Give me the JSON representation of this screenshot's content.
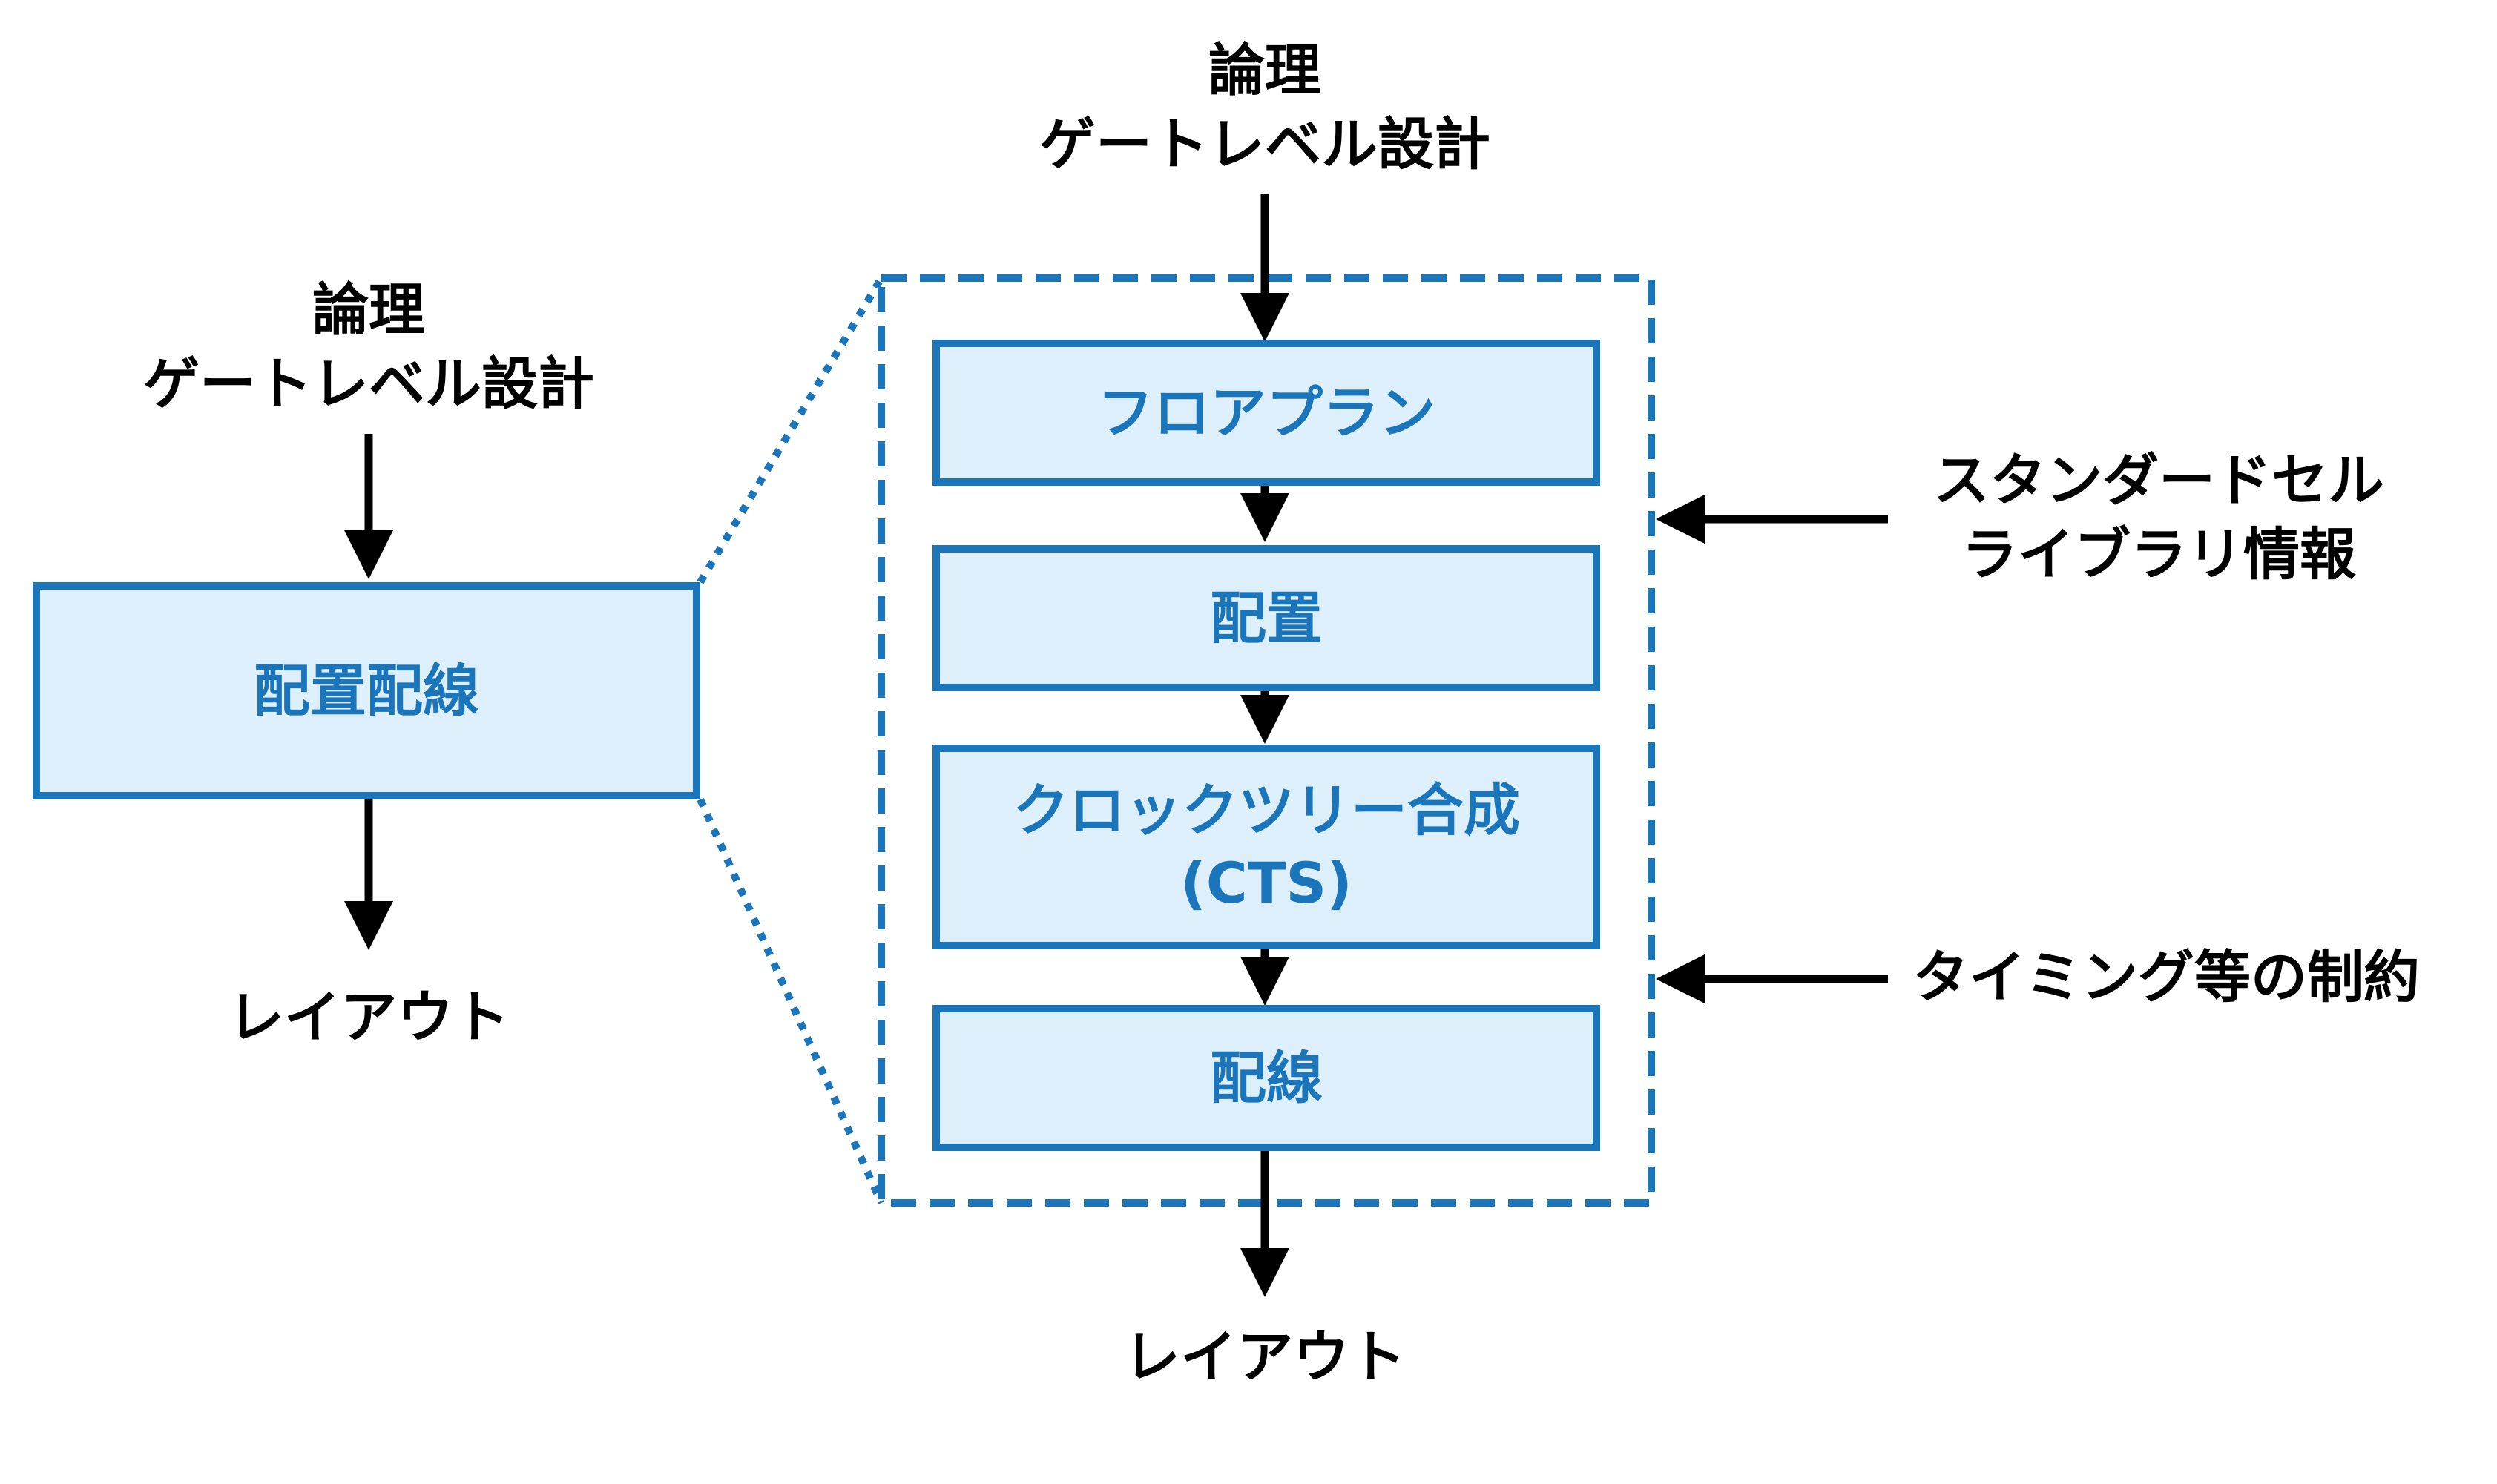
{
  "colors": {
    "accent": "#1a75bb",
    "box_fill": "#ddeffb",
    "text": "#000000"
  },
  "left": {
    "input_line1": "論理",
    "input_line2": "ゲートレベル設計",
    "box": "配置配線",
    "output": "レイアウト"
  },
  "right": {
    "input_line1": "論理",
    "input_line2": "ゲートレベル設計",
    "steps": [
      {
        "line1": "フロアプラン"
      },
      {
        "line1": "配置"
      },
      {
        "line1": "クロックツリー合成",
        "line2": "(CTS)"
      },
      {
        "line1": "配線"
      }
    ],
    "output": "レイアウト"
  },
  "side_inputs": [
    {
      "line1": "スタンダードセル",
      "line2": "ライブラリ情報"
    },
    {
      "line1": "タイミング等の制約"
    }
  ]
}
